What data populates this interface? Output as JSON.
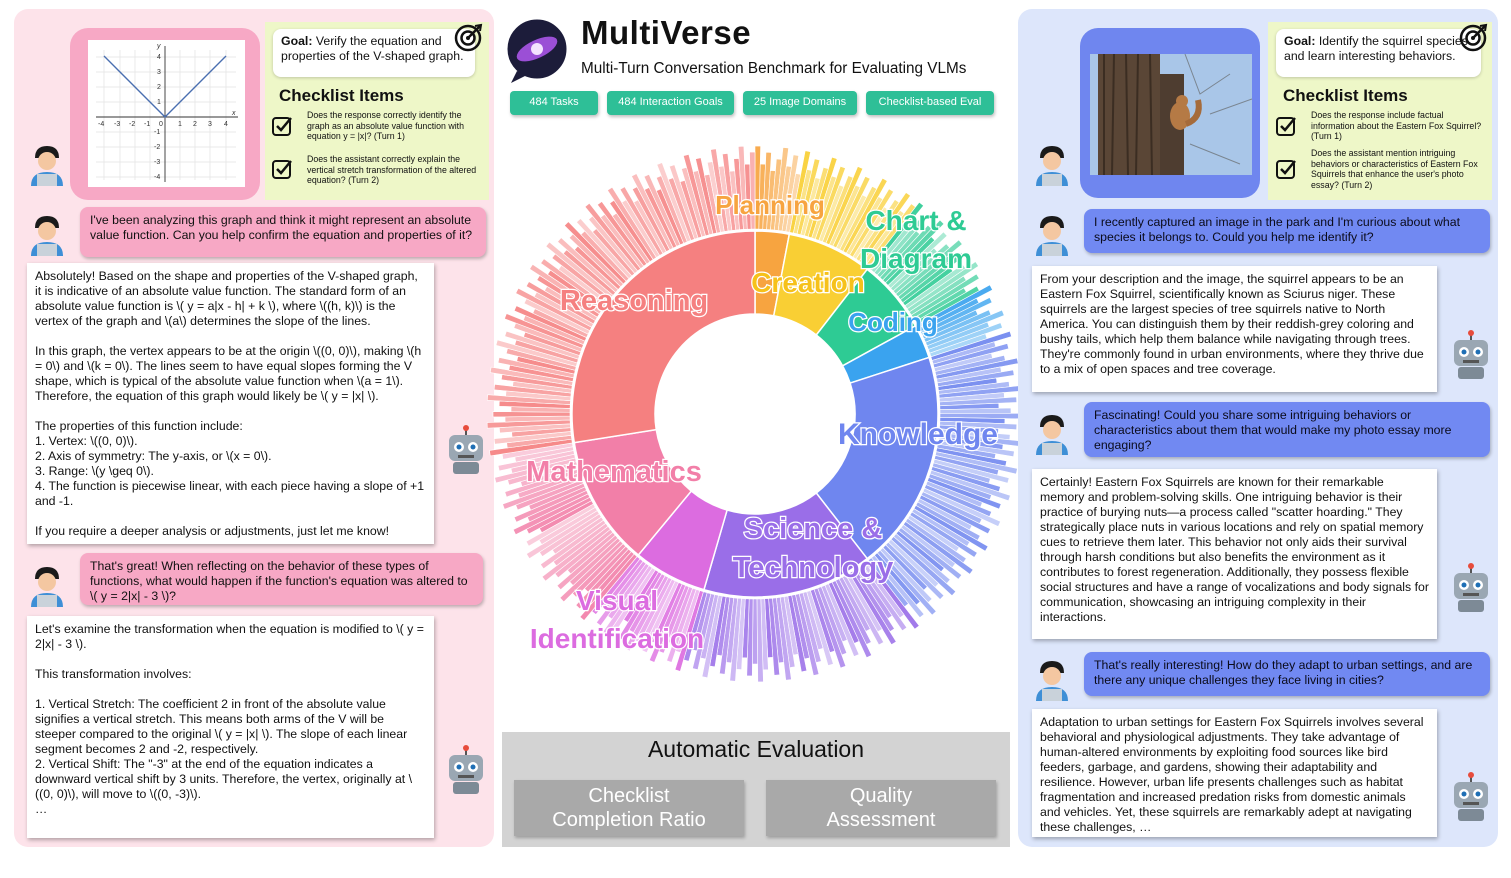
{
  "header": {
    "title": "MultiVerse",
    "subtitle": "Multi-Turn Conversation Benchmark for Evaluating VLMs",
    "stats": [
      "484 Tasks",
      "484 Interaction Goals",
      "25 Image Domains",
      "Checklist-based Eval"
    ]
  },
  "left": {
    "graph": {
      "x_label": "x",
      "y_label": "y",
      "x_ticks": [
        "-4",
        "-3",
        "-2",
        "-1",
        "0",
        "1",
        "2",
        "3",
        "4"
      ],
      "y_ticks": [
        "4",
        "3",
        "2",
        "1",
        "-1",
        "-2",
        "-3",
        "-4"
      ]
    },
    "goal_label": "Goal:",
    "goal_text": " Verify the equation and properties of the V-shaped graph.",
    "checklist_title": "Checklist Items",
    "checklist": [
      "Does the response correctly identify the graph as an absolute value function with equation y = |x|? (Turn 1)",
      "Does the assistant correctly explain the vertical stretch transformation of the altered equation? (Turn 2)"
    ],
    "user_1": "I've been analyzing this graph and think it might represent an absolute value function. Can you help confirm the equation and properties of it?",
    "answer_1": "Absolutely! Based on the shape and properties of the V-shaped graph, it is indicative of an absolute value function. The standard form of an absolute value function is \\( y = a|x - h| + k \\), where \\((h, k)\\) is the vertex of the graph and \\(a\\) determines the slope of the lines.\n\nIn this graph, the vertex appears to be at the origin \\((0, 0)\\), making \\(h = 0\\) and \\(k = 0\\). The lines seem to have equal slopes forming the V shape, which is typical of the absolute value function when \\(a = 1\\). Therefore, the equation of this graph would likely be \\( y = |x| \\).\n\nThe properties of this function include:\n1. Vertex: \\((0, 0)\\).\n2. Axis of symmetry: The y-axis, or \\(x = 0\\).\n3. Range: \\(y \\geq 0\\).\n4. The function is piecewise linear, with each piece having a slope of +1 and -1.\n\nIf you require a deeper analysis or adjustments, just let me know!",
    "user_2": "That's great! When reflecting on the behavior of these types of functions, what would happen if the function's equation was altered to \\( y = 2|x| - 3 \\)?",
    "answer_2": "Let's examine the transformation when the equation is modified to \\( y = 2|x| - 3 \\).\n\nThis transformation involves:\n\n1. Vertical Stretch: The coefficient 2 in front of the absolute value signifies a vertical stretch. This means both arms of the V will be steeper compared to the original \\( y = |x| \\). The slope of each linear segment becomes 2 and -2, respectively.\n2. Vertical Shift: The \"-3\" at the end of the equation indicates a downward vertical shift by 3 units. Therefore, the vertex, originally at \\((0, 0)\\), will move to \\((0, -3)\\).\n…"
  },
  "right": {
    "goal_label": "Goal:",
    "goal_text": " Identify the squirrel species and learn interesting behaviors.",
    "checklist_title": "Checklist Items",
    "checklist": [
      "Does the response include factual information about the Eastern Fox Squirrel? (Turn 1)",
      "Does the assistant mention intriguing behaviors or characteristics of Eastern Fox Squirrels that enhance the user's photo essay? (Turn 2)"
    ],
    "user_1": "I recently captured an image in the park and I'm curious about what species it belongs to. Could you help me identify it?",
    "answer_1": "From your description and the image, the squirrel appears to be an Eastern Fox Squirrel, scientifically known as Sciurus niger. These squirrels are the largest species of tree squirrels native to North America. You can distinguish them by their reddish-grey coloring and bushy tails, which help them balance while navigating through trees. They're commonly found in urban environments, where they thrive due to a mix of open spaces and tree coverage.",
    "user_2": "Fascinating! Could you share some intriguing behaviors or characteristics about them that would make my photo essay more engaging?",
    "answer_2": "Certainly! Eastern Fox Squirrels are known for their remarkable memory and problem-solving skills. One intriguing behavior is their practice of burying nuts—a process called \"scatter hoarding.\" They strategically place nuts in various locations and rely on spatial memory cues to retrieve them later. This behavior not only aids their survival through harsh conditions but also benefits the environment as it contributes to forest regeneration. Additionally, they possess flexible social structures and have a range of vocalizations and body signals for communication, showcasing an intriguing complexity in their interactions.",
    "user_3": "That's really interesting! How do they adapt to urban settings, and are there any unique challenges they face living in cities?",
    "answer_3": "Adaptation to urban settings for Eastern Fox Squirrels involves several behavioral and physiological adjustments. They take advantage of human-altered environments by exploiting food sources like bird feeders, garbage, and gardens, showing their adaptability and resilience. However, urban life presents challenges such as habitat fragmentation and increased predation risks from domestic animals and vehicles. Yet, these squirrels are remarkably adept at navigating these challenges,  …"
  },
  "sunburst": {
    "inner": [
      {
        "name": "Planning",
        "value": 3.0,
        "color": "#f7a440"
      },
      {
        "name": "Creation",
        "value": 7.5,
        "color": "#f9cf34"
      },
      {
        "name": "Chart & Diagram",
        "value": 6.5,
        "color": "#2ecb94"
      },
      {
        "name": "Coding",
        "value": 3.0,
        "color": "#3aa3ef"
      },
      {
        "name": "Knowledge",
        "value": 19.5,
        "color": "#6f86ef"
      },
      {
        "name": "Science & Technology",
        "value": 15.0,
        "color": "#9a6ee8"
      },
      {
        "name": "Visual Identification",
        "value": 6.5,
        "color": "#dc6ce0"
      },
      {
        "name": "Mathematics",
        "value": 11.5,
        "color": "#f27fa8"
      },
      {
        "name": "Reasoning",
        "value": 27.5,
        "color": "#f58080"
      }
    ],
    "labels": [
      {
        "lines": [
          "Planning"
        ],
        "color": "#f7a440"
      },
      {
        "lines": [
          "Creation"
        ],
        "color": "#f6c11a"
      },
      {
        "lines": [
          "Chart &",
          "Diagram"
        ],
        "color": "#2ecb94"
      },
      {
        "lines": [
          "Coding"
        ],
        "color": "#3aa3ef"
      },
      {
        "lines": [
          "Knowledge"
        ],
        "color": "#6f86ef"
      },
      {
        "lines": [
          "Science &",
          "Technology"
        ],
        "color": "#9a6ee8"
      },
      {
        "lines": [
          "Visual",
          "Identification"
        ],
        "color": "#dc6ce0"
      },
      {
        "lines": [
          "Mathematics"
        ],
        "color": "#f27fa8"
      },
      {
        "lines": [
          "Reasoning"
        ],
        "color": "#f58080"
      }
    ]
  },
  "evaluation": {
    "title": "Automatic Evaluation",
    "items": [
      "Checklist\nCompletion Ratio",
      "Quality\nAssessment"
    ]
  }
}
